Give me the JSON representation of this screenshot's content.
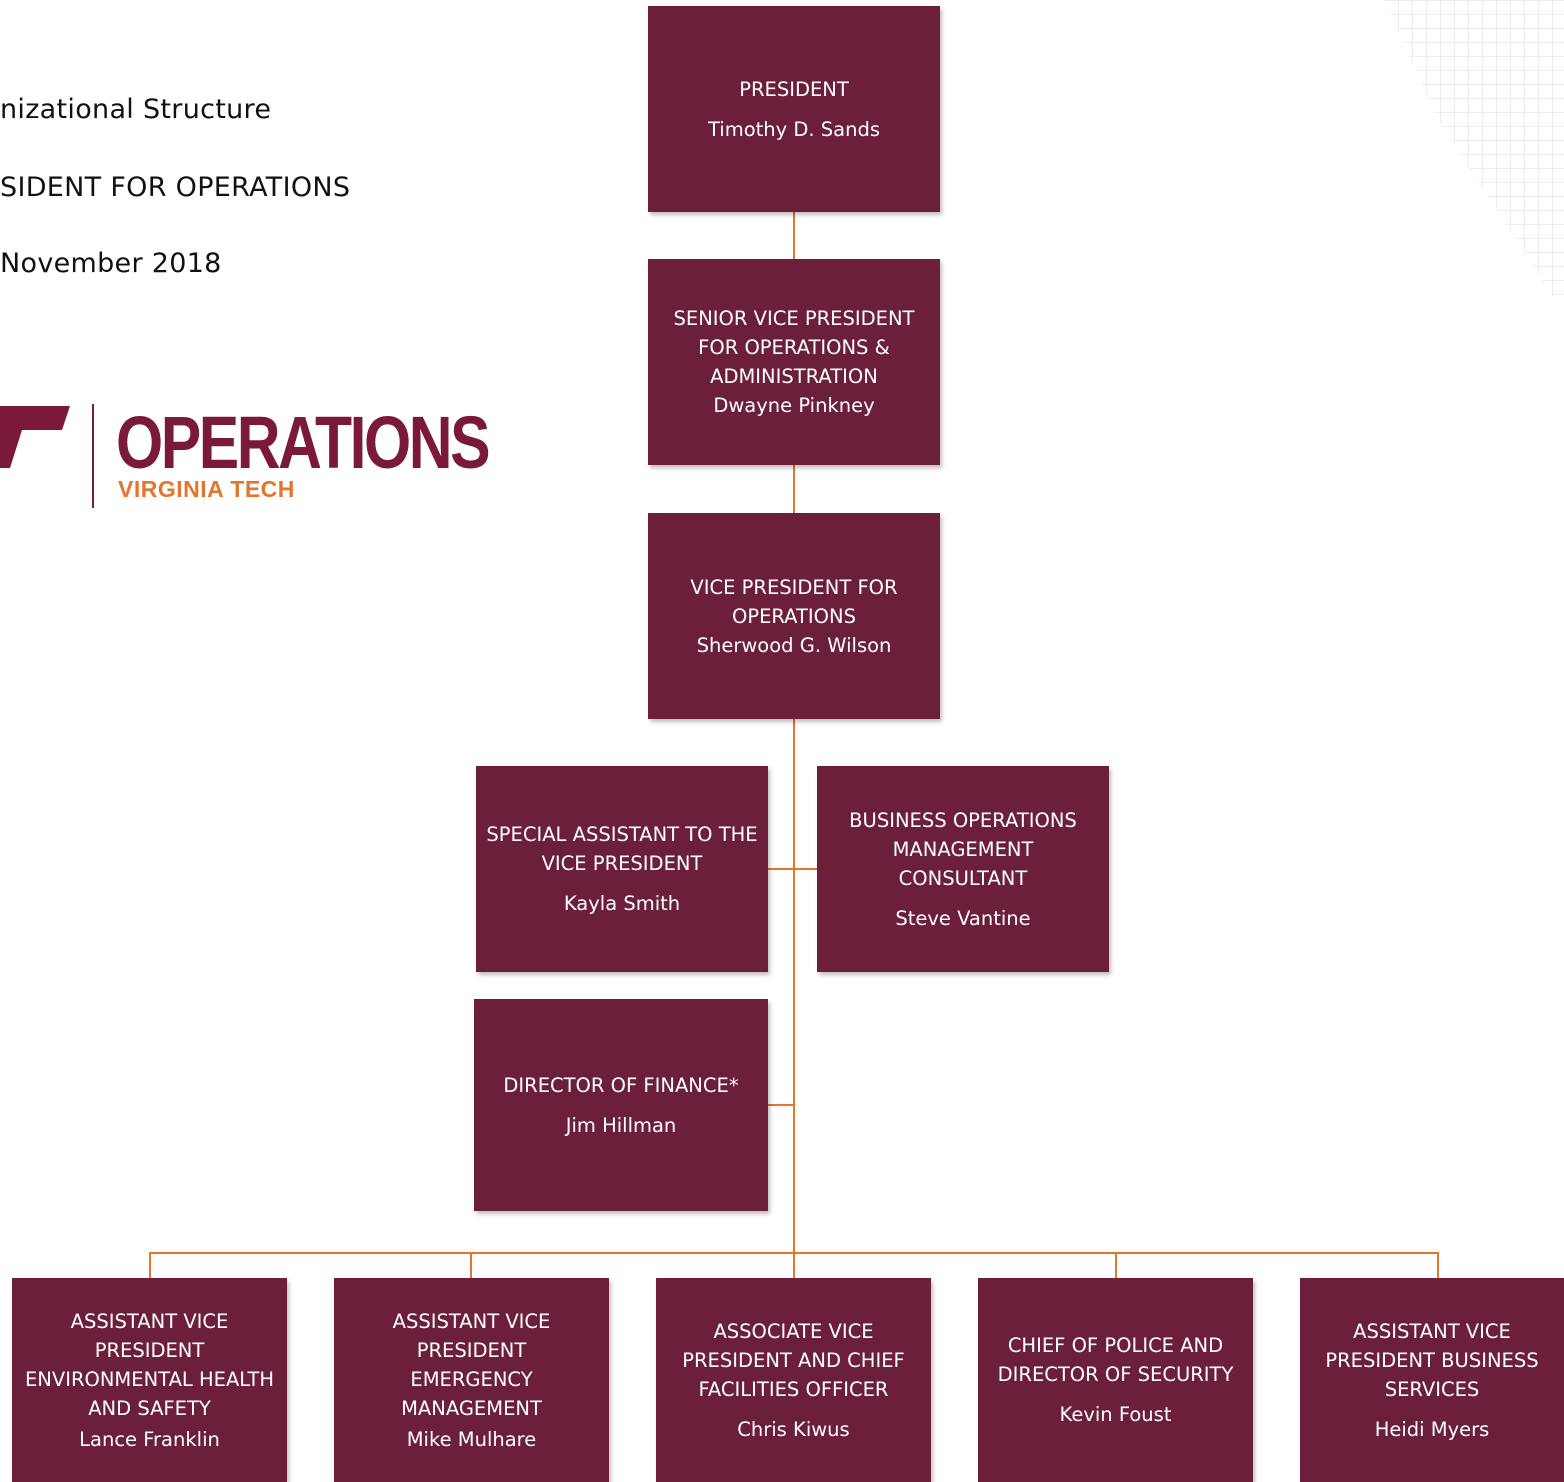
{
  "header": {
    "line1": "nizational Structure",
    "line2": "SIDENT FOR OPERATIONS",
    "line3": "November 2018"
  },
  "logo": {
    "word": "OPERATIONS",
    "sub": "VIRGINIA TECH"
  },
  "colors": {
    "box": "#6b1f3a",
    "connector": "#e2762a",
    "logo_primary": "#7a1a38",
    "logo_accent": "#e2762a"
  },
  "nodes": {
    "president": {
      "title": "PRESIDENT",
      "name": "Timothy D. Sands"
    },
    "svp": {
      "title": "SENIOR VICE PRESIDENT\nFOR OPERATIONS &\nADMINISTRATION",
      "name": "Dwayne Pinkney"
    },
    "vp": {
      "title": "VICE PRESIDENT FOR\nOPERATIONS",
      "name": "Sherwood G. Wilson"
    },
    "special_assistant": {
      "title": "SPECIAL ASSISTANT TO THE\nVICE PRESIDENT",
      "name": "Kayla Smith"
    },
    "business_ops": {
      "title": "BUSINESS OPERATIONS\nMANAGEMENT\nCONSULTANT",
      "name": "Steve Vantine"
    },
    "finance": {
      "title": "DIRECTOR OF FINANCE*",
      "name": "Jim Hillman"
    },
    "avp_ehs": {
      "title": "ASSISTANT VICE\nPRESIDENT\nENVIRONMENTAL HEALTH\nAND SAFETY",
      "name": "Lance Franklin"
    },
    "avp_em": {
      "title": "ASSISTANT VICE\nPRESIDENT\nEMERGENCY\nMANAGEMENT",
      "name": "Mike Mulhare"
    },
    "avp_facilities": {
      "title": "ASSOCIATE VICE\nPRESIDENT AND CHIEF\nFACILITIES OFFICER",
      "name": "Chris Kiwus"
    },
    "police": {
      "title": "CHIEF OF POLICE AND\nDIRECTOR OF SECURITY",
      "name": "Kevin Foust"
    },
    "avp_bs": {
      "title": "ASSISTANT VICE\nPRESIDENT BUSINESS\nSERVICES",
      "name": "Heidi Myers"
    }
  }
}
